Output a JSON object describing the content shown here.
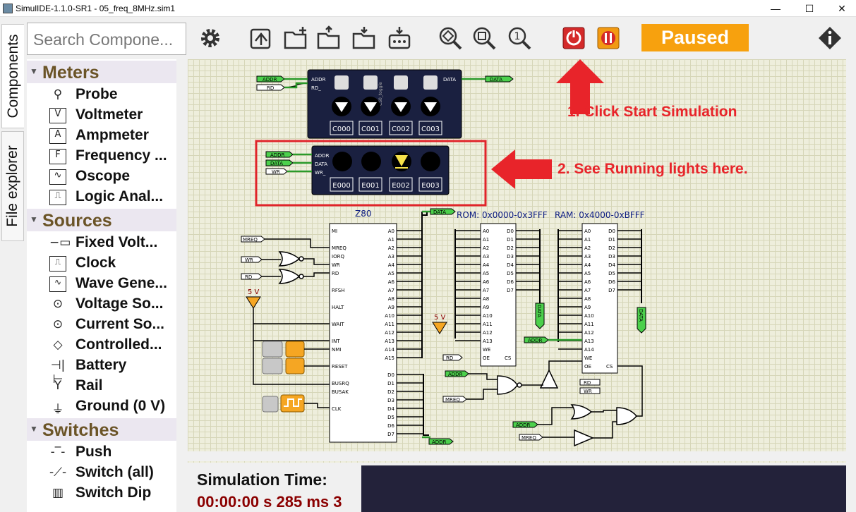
{
  "window": {
    "title": "SimulIDE-1.1.0-SR1 - 05_freq_8MHz.sim1"
  },
  "tabs": [
    "Components",
    "File explorer"
  ],
  "search": {
    "placeholder": "Search Compone..."
  },
  "categories": [
    {
      "label": "Meters",
      "items": [
        {
          "label": "Probe",
          "icon": "probe-icon"
        },
        {
          "label": "Voltmeter",
          "icon": "voltmeter-icon"
        },
        {
          "label": "Ampmeter",
          "icon": "ampmeter-icon"
        },
        {
          "label": "Frequency ...",
          "icon": "frequency-icon"
        },
        {
          "label": "Oscope",
          "icon": "oscope-icon"
        },
        {
          "label": "Logic Anal...",
          "icon": "logic-analyzer-icon"
        }
      ]
    },
    {
      "label": "Sources",
      "items": [
        {
          "label": "Fixed Volt...",
          "icon": "fixed-voltage-icon"
        },
        {
          "label": "Clock",
          "icon": "clock-icon"
        },
        {
          "label": "Wave Gene...",
          "icon": "wave-generator-icon"
        },
        {
          "label": "Voltage So...",
          "icon": "voltage-source-icon"
        },
        {
          "label": "Current So...",
          "icon": "current-source-icon"
        },
        {
          "label": "Controlled...",
          "icon": "controlled-source-icon"
        },
        {
          "label": "Battery",
          "icon": "battery-icon"
        },
        {
          "label": "Rail",
          "icon": "rail-icon"
        },
        {
          "label": "Ground (0 V)",
          "icon": "ground-icon"
        }
      ]
    },
    {
      "label": "Switches",
      "items": [
        {
          "label": "Push",
          "icon": "push-icon"
        },
        {
          "label": "Switch (all)",
          "icon": "switch-icon"
        },
        {
          "label": "Switch Dip",
          "icon": "switch-dip-icon"
        }
      ]
    }
  ],
  "status": {
    "label": "Paused"
  },
  "annotations": {
    "step1": "1. Click Start Simulation",
    "step2": "2. See Running lights here."
  },
  "circuit": {
    "top_labels": [
      "ADDR",
      "RD_",
      "DATA"
    ],
    "top_pins": [
      "ADDR",
      "RD_",
      "DATA"
    ],
    "top_switches": [
      "C000",
      "C001",
      "C002",
      "C003"
    ],
    "top_vlabel": "CS0_toggle",
    "led_inputs": [
      "ADDR",
      "DATA",
      "WR"
    ],
    "led_pins": [
      "ADDR",
      "DATA",
      "WR_"
    ],
    "led_addrs": [
      "E000",
      "E001",
      "E002",
      "E003"
    ],
    "cpu_name": "Z80",
    "cpu_left_pins": [
      "MI",
      "MREQ",
      "IORQ",
      "WR",
      "RD",
      "RFSH",
      "HALT",
      "WAIT",
      "INT",
      "NMI",
      "RESET",
      "BUSRQ",
      "BUSAK",
      "CLK"
    ],
    "cpu_addr_pins": [
      "A0",
      "A1",
      "A2",
      "A3",
      "A4",
      "A5",
      "A6",
      "A7",
      "A8",
      "A9",
      "A10",
      "A11",
      "A12",
      "A13",
      "A14",
      "A15"
    ],
    "cpu_data_pins": [
      "D0",
      "D1",
      "D2",
      "D3",
      "D4",
      "D5",
      "D6",
      "D7"
    ],
    "rom_label": "ROM: 0x0000-0x3FFF",
    "ram_label": "RAM: 0x4000-0xBFFF",
    "rom_addr_pins": [
      "A0",
      "A1",
      "A2",
      "A3",
      "A4",
      "A5",
      "A6",
      "A7",
      "A8",
      "A9",
      "A10",
      "A11",
      "A12",
      "A13"
    ],
    "rom_data_pins": [
      "D0",
      "D1",
      "D2",
      "D3",
      "D4",
      "D5",
      "D6",
      "D7"
    ],
    "ram_addr_pins": [
      "A0",
      "A1",
      "A2",
      "A3",
      "A4",
      "A5",
      "A6",
      "A7",
      "A8",
      "A9",
      "A10",
      "A11",
      "A12",
      "A13",
      "A14"
    ],
    "ram_data_pins": [
      "D0",
      "D1",
      "D2",
      "D3",
      "D4",
      "D5",
      "D6",
      "D7"
    ],
    "rom_ctrl": [
      "WE",
      "OE",
      "CS"
    ],
    "ram_ctrl": [
      "WE",
      "OE",
      "CS"
    ],
    "ram_left_tags": [
      "ADDR"
    ],
    "rom_left_tags": [
      "RD"
    ],
    "voltage": "5 V",
    "logic_tags": [
      "MREQ",
      "WR",
      "RD",
      "ADDR",
      "MREQ",
      "RD",
      "WR",
      "ADDR",
      "MREQ",
      "DATA",
      "ADDR",
      "DATA",
      "DATA"
    ]
  },
  "simulation": {
    "time_label": "Simulation Time:",
    "time_value": "00:00:00 s  285 ms  3"
  }
}
